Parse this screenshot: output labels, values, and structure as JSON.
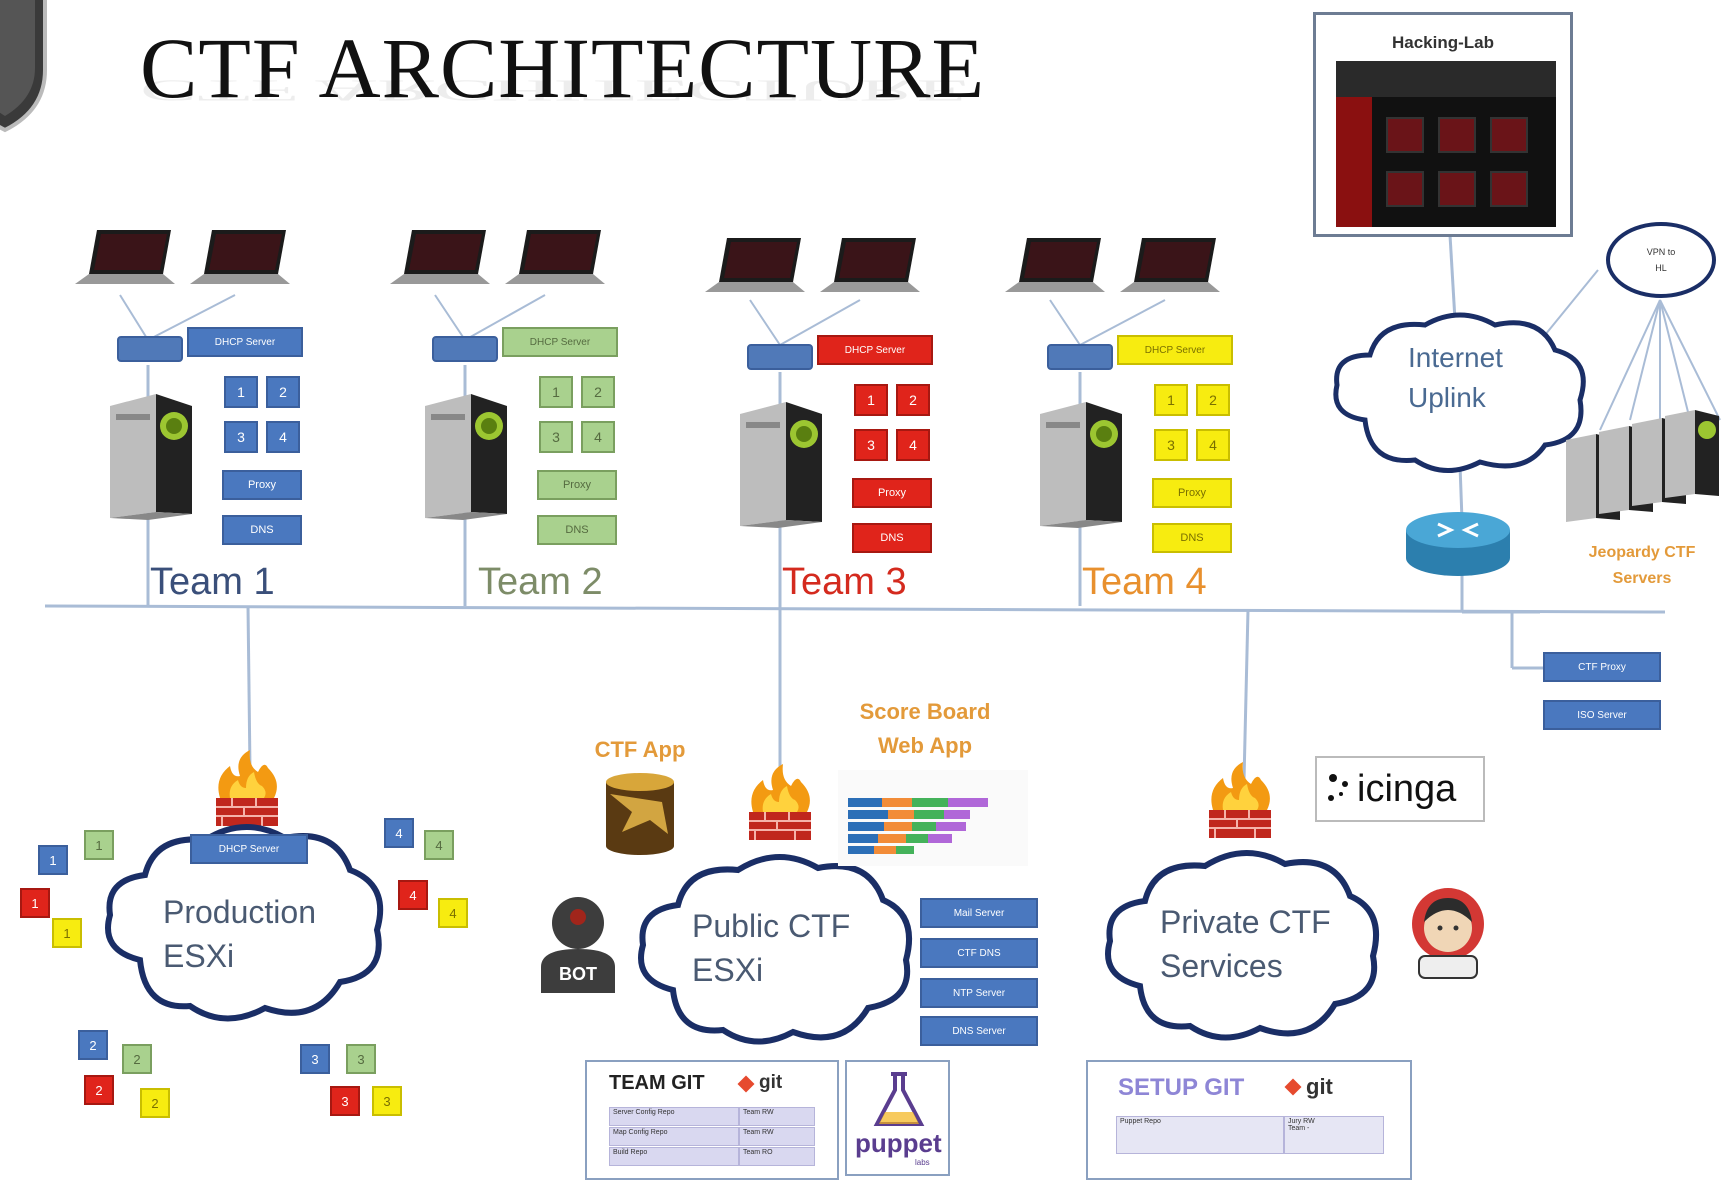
{
  "title": "CTF ARCHITECTURE",
  "teams": [
    {
      "label": "Team 1",
      "color": "#3a4f7a",
      "box_class": "blue",
      "dhcp": "DHCP Server",
      "squares": [
        "1",
        "2",
        "3",
        "4"
      ],
      "services": [
        "Proxy",
        "DNS"
      ]
    },
    {
      "label": "Team 2",
      "color": "#7d8c68",
      "box_class": "green",
      "dhcp": "DHCP Server",
      "squares": [
        "1",
        "2",
        "3",
        "4"
      ],
      "services": [
        "Proxy",
        "DNS"
      ]
    },
    {
      "label": "Team 3",
      "color": "#d42a1e",
      "box_class": "red",
      "dhcp": "DHCP Server",
      "squares": [
        "1",
        "2",
        "3",
        "4"
      ],
      "services": [
        "Proxy",
        "DNS"
      ]
    },
    {
      "label": "Team 4",
      "color": "#e8902e",
      "box_class": "yellow",
      "dhcp": "DHCP Server",
      "squares": [
        "1",
        "2",
        "3",
        "4"
      ],
      "services": [
        "Proxy",
        "DNS"
      ]
    }
  ],
  "hacking_lab": {
    "label": "Hacking-Lab"
  },
  "internet": {
    "line1": "Internet",
    "line2": "Uplink"
  },
  "vpn": {
    "line1": "VPN to",
    "line2": "HL"
  },
  "jeopardy": {
    "line1": "Jeopardy CTF",
    "line2": "Servers"
  },
  "right_services": [
    "CTF Proxy",
    "ISO Server"
  ],
  "production": {
    "line1": "Production",
    "line2": "ESXi",
    "dhcp": "DHCP Server"
  },
  "public_ctf": {
    "line1": "Public CTF",
    "line2": "ESXi",
    "services": [
      "Mail Server",
      "CTF DNS",
      "NTP Server",
      "DNS Server"
    ]
  },
  "private_ctf": {
    "line1": "Private CTF",
    "line2": "Services"
  },
  "ctf_app": {
    "label": "CTF App"
  },
  "scoreboard": {
    "line1": "Score Board",
    "line2": "Web App"
  },
  "bot": {
    "label": "BOT"
  },
  "icinga": {
    "label": "icinga"
  },
  "team_git": {
    "title": "TEAM GIT",
    "git": "git",
    "rows": [
      [
        "Server Config Repo",
        "Team RW"
      ],
      [
        "Map Config Repo",
        "Team RW"
      ],
      [
        "Build Repo",
        "Team RO"
      ]
    ]
  },
  "puppet": {
    "label": "puppet",
    "sub": "labs"
  },
  "setup_git": {
    "title": "SETUP GIT",
    "git": "git",
    "rows": [
      [
        "Puppet Repo",
        "Jury RW\nTeam -"
      ]
    ]
  },
  "colors": {
    "blue": "#4a78bf",
    "green": "#a9d18e",
    "red": "#e0241b",
    "yellow": "#f7ec10",
    "navy": "#1a2e66",
    "orange": "#e39a3a"
  }
}
